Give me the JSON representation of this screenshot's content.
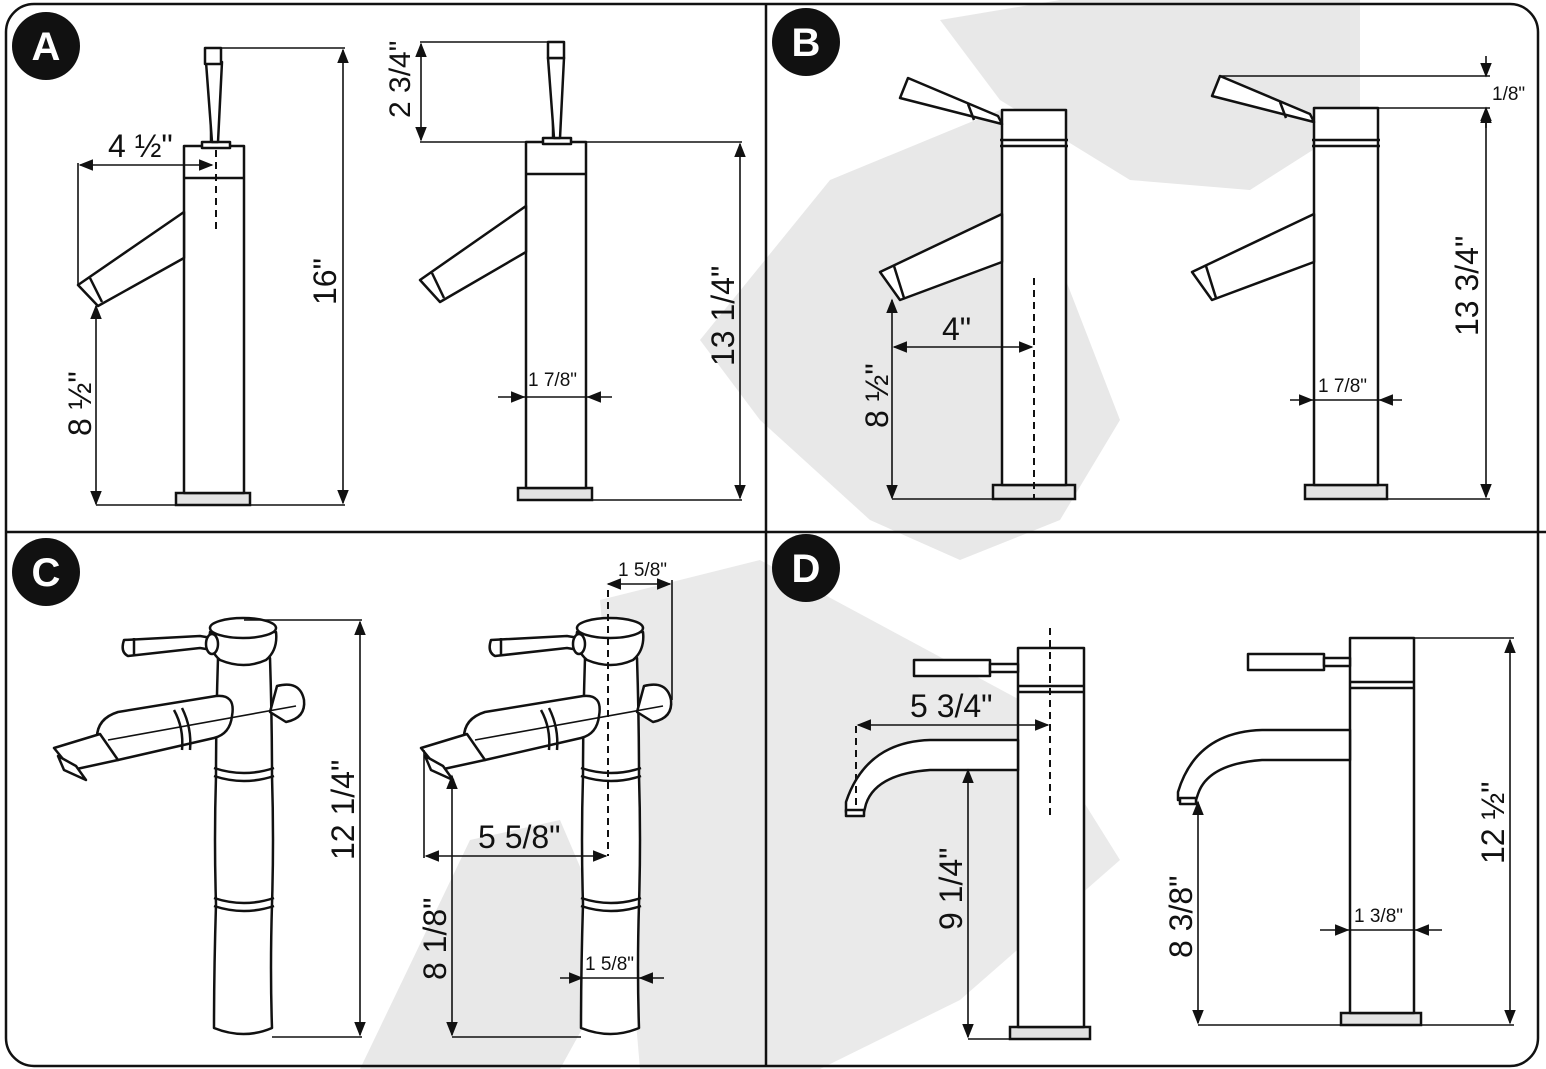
{
  "panels": {
    "a": {
      "label": "A",
      "dim_reach": "4 ½\"",
      "dim_spout_height": "8 ½\"",
      "dim_total_height": "16\"",
      "dim_handle": "2 3/4\"",
      "dim_body_height": "13 1/4\"",
      "dim_body_width": "1 7/8\""
    },
    "b": {
      "label": "B",
      "dim_reach": "4\"",
      "dim_spout_height": "8 ½\"",
      "dim_handle": "1/8\"",
      "dim_body_height": "13 3/4\"",
      "dim_body_width": "1 7/8\""
    },
    "c": {
      "label": "C",
      "dim_total_height": "12 1/4\"",
      "dim_top_width": "1 5/8\"",
      "dim_reach": "5 5/8\"",
      "dim_spout_height": "8 1/8\"",
      "dim_body_width": "1 5/8\""
    },
    "d": {
      "label": "D",
      "dim_reach": "5 3/4\"",
      "dim_spout_height": "9 1/4\"",
      "dim_spout_height_2": "8 3/8\"",
      "dim_total_height": "12 ½\"",
      "dim_body_width": "1 3/8\""
    }
  },
  "colors": {
    "line": "#111111",
    "watermark": "#e6e6e6",
    "label_bg": "#111111"
  }
}
